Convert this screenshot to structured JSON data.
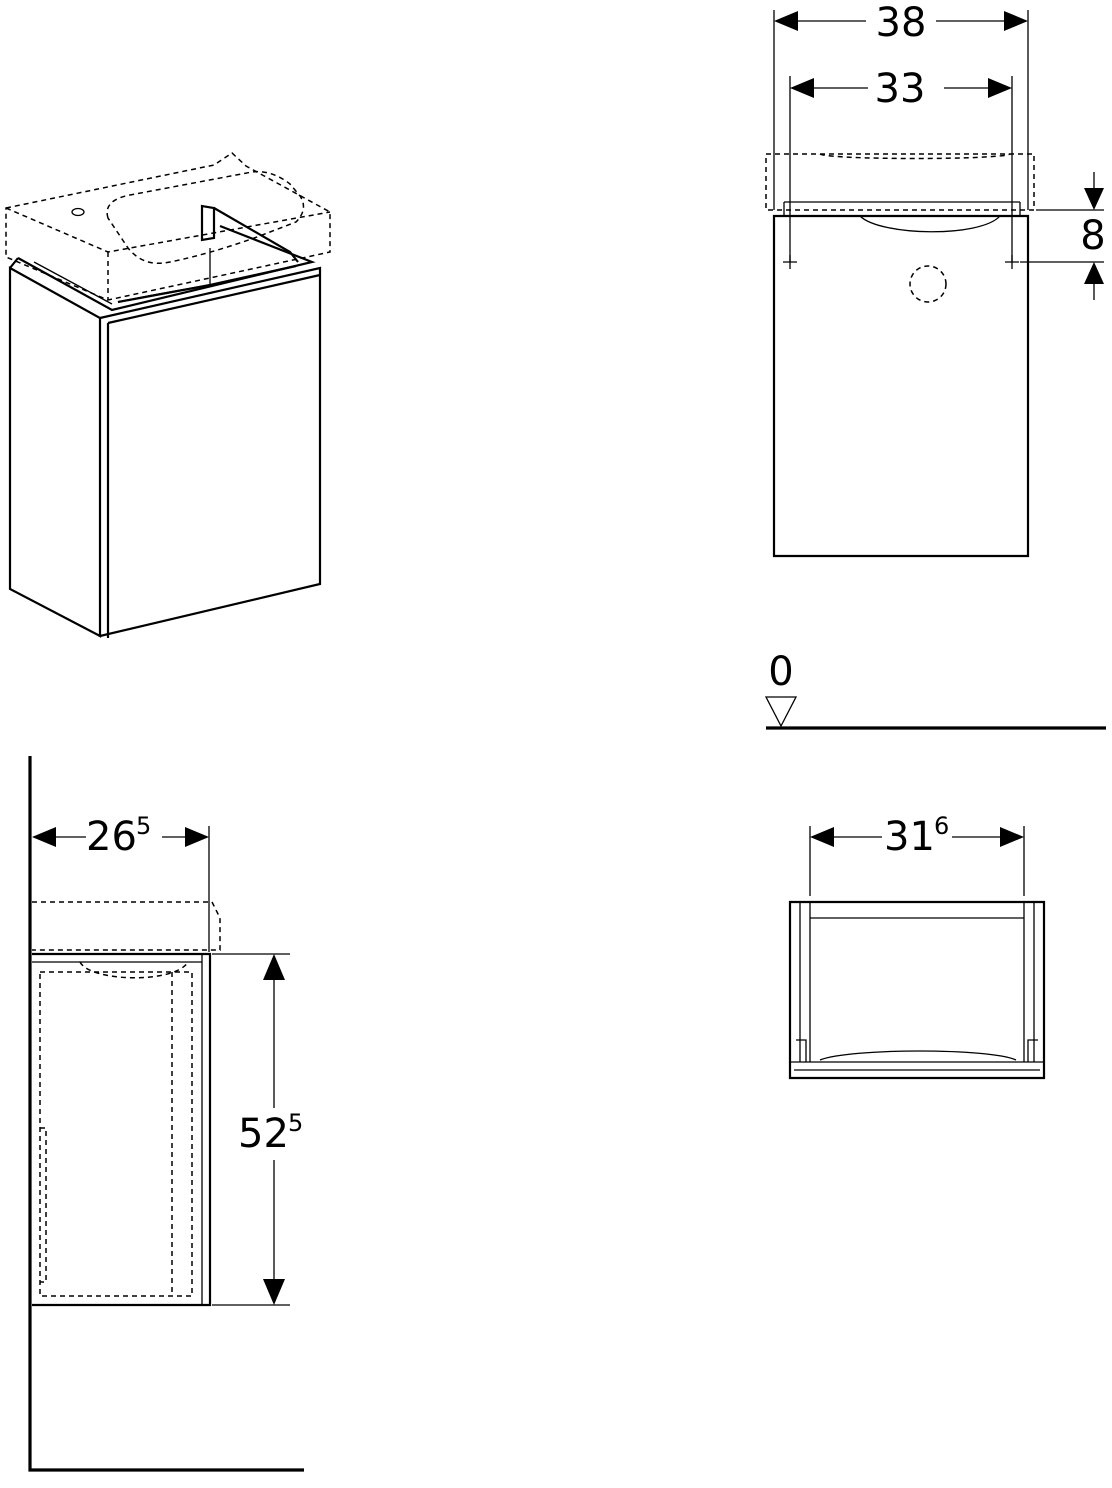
{
  "dimensions": {
    "total_width": "38",
    "fixing_distance": "33",
    "fixing_height": "8",
    "depth_main": "26",
    "depth_sup": "5",
    "height_main": "52",
    "height_sup": "5",
    "inner_width_main": "31",
    "inner_width_sup": "6",
    "floor_level": "0"
  }
}
